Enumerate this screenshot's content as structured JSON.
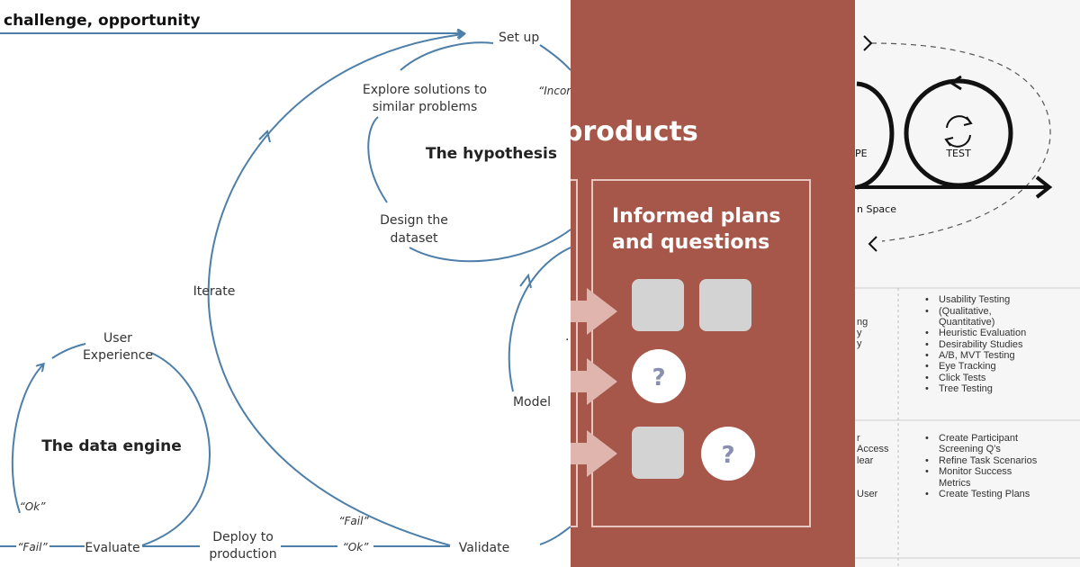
{
  "left_diagram": {
    "top_label": "challenge, opportunity",
    "setup": "Set up",
    "incorrect": "“Incor",
    "explore_1": "Explore solutions to",
    "explore_2": "similar problems",
    "hypothesis": "The hypothesis",
    "design_1": "Design the",
    "design_2": "dataset",
    "iterate": "Iterate",
    "user_1": "User",
    "user_2": "Experience",
    "engine": "The data engine",
    "ok1": "“Ok”",
    "fail1": "“Fail”",
    "evaluate": "Evaluate",
    "deploy_1": "Deploy to",
    "deploy_2": "production",
    "fail2": "“Fail”",
    "ok2": "“Ok”",
    "validate": "Validate",
    "model": "Model"
  },
  "mid_panel": {
    "heading": "products",
    "card_title_1": "Informed plans",
    "card_title_2": "and questions",
    "question_mark": "?",
    "colors": {
      "background": "#a6574a",
      "tile": "#d3d3d3",
      "arrow": "#e0b5ae"
    }
  },
  "right_panel": {
    "prototype_fragment": "PE",
    "test_label": "TEST",
    "space_fragment": "n Space",
    "cycle_icon": "refresh-cycle-icon",
    "testing_methods": [
      "Usability Testing",
      "(Qualitative,",
      "Quantitative)",
      "Heuristic Evaluation",
      "Desirability Studies",
      "A/B, MVT Testing",
      "Eye Tracking",
      "Click Tests",
      "Tree Testing"
    ],
    "left_col_fragments_1": [
      "ng",
      "y",
      "y"
    ],
    "preparation_tasks": [
      "Create Participant",
      "Screening Q’s",
      "Refine Task Scenarios",
      "Monitor Success",
      "Metrics",
      "Create Testing Plans"
    ],
    "left_col_fragments_2": [
      "r",
      "Access",
      "lear",
      "",
      "",
      "User"
    ]
  }
}
